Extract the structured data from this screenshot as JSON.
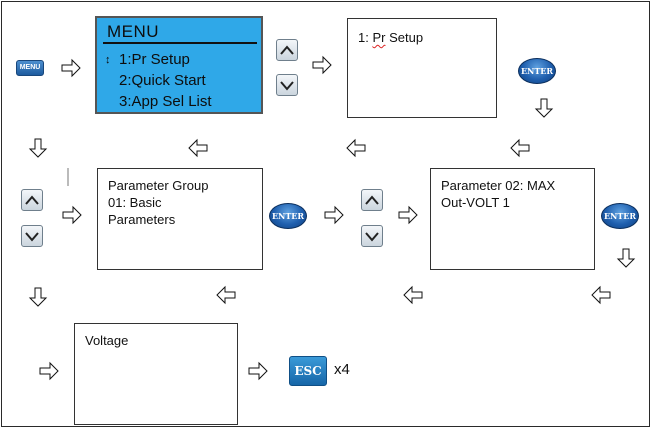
{
  "keys": {
    "menu": "MENU",
    "enter": "ENTER",
    "esc": "ESC",
    "esc_repeat": "x4",
    "up_icon": "up-arrow-key-icon",
    "down_icon": "down-arrow-key-icon",
    "flow_arrow_icon": "hollow-arrow-icon"
  },
  "lcd": {
    "title": "MENU",
    "selector": "↕",
    "items": [
      "1:Pr Setup",
      "2:Quick Start",
      "3:App Sel List"
    ],
    "background": "#2fa8e8"
  },
  "screens": {
    "pr_setup_number": "1:",
    "pr_setup_prefix": "Pr",
    "pr_setup_suffix": " Setup",
    "parameter_group": "Parameter Group\n01: Basic\nParameters",
    "parameter": "Parameter 02: MAX\nOut-VOLT 1",
    "voltage": "Voltage"
  },
  "colors": {
    "key_blue": "#1d5b9e",
    "border": "#333333"
  }
}
